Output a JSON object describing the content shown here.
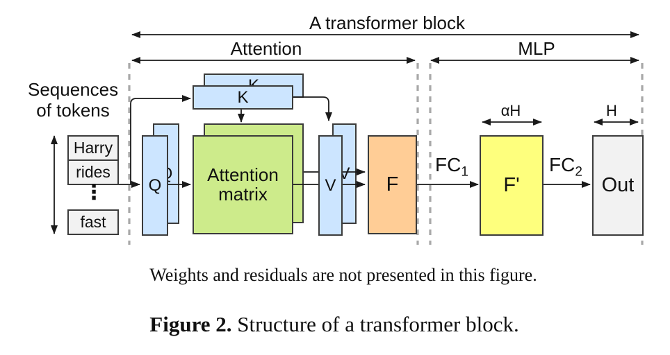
{
  "figure": {
    "spans": {
      "transformer_block": "A transformer block",
      "attention": "Attention",
      "mlp": "MLP",
      "alpha_h": "αH",
      "h": "H"
    },
    "input": {
      "label": "Sequences of tokens",
      "tokens": [
        "Harry",
        "rides",
        "fast"
      ],
      "ellipsis": "⋮"
    },
    "boxes": {
      "q": "Q",
      "k": "K",
      "v": "V",
      "attention_matrix": "Attention matrix",
      "f": "F",
      "f_prime": "F'",
      "out": "Out"
    },
    "edges": {
      "fc1_base": "FC",
      "fc1_sub": "1",
      "fc2_base": "FC",
      "fc2_sub": "2"
    },
    "colors": {
      "blue_fill": "#cce5ff",
      "green_fill": "#cdeb8b",
      "orange_fill": "#ffcd96",
      "yellow_fill": "#feff7d",
      "gray_fill": "#f2f2f2",
      "box_border": "#3b3b3b",
      "dashed_line": "#a8a8a8",
      "arrow": "#1a1a1a"
    }
  },
  "captions": {
    "note": "Weights and residuals are not presented in this figure.",
    "figure_label": "Figure 2.",
    "figure_text": "Structure of a transformer block."
  }
}
